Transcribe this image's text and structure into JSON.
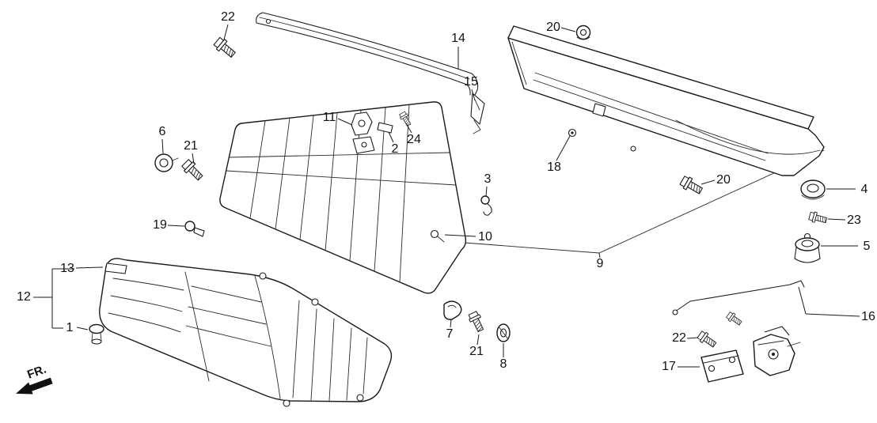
{
  "diagram": {
    "fr_label": "FR.",
    "callouts": {
      "c1": "1",
      "c2": "2",
      "c3": "3",
      "c4": "4",
      "c5": "5",
      "c6": "6",
      "c7": "7",
      "c8": "8",
      "c9": "9",
      "c10": "10",
      "c11": "11",
      "c12": "12",
      "c13": "13",
      "c14": "14",
      "c15": "15",
      "c16": "16",
      "c17": "17",
      "c18": "18",
      "c19": "19",
      "c20a": "20",
      "c20b": "20",
      "c21a": "21",
      "c21b": "21",
      "c22a": "22",
      "c22b": "22",
      "c23": "23",
      "c24": "24"
    }
  }
}
